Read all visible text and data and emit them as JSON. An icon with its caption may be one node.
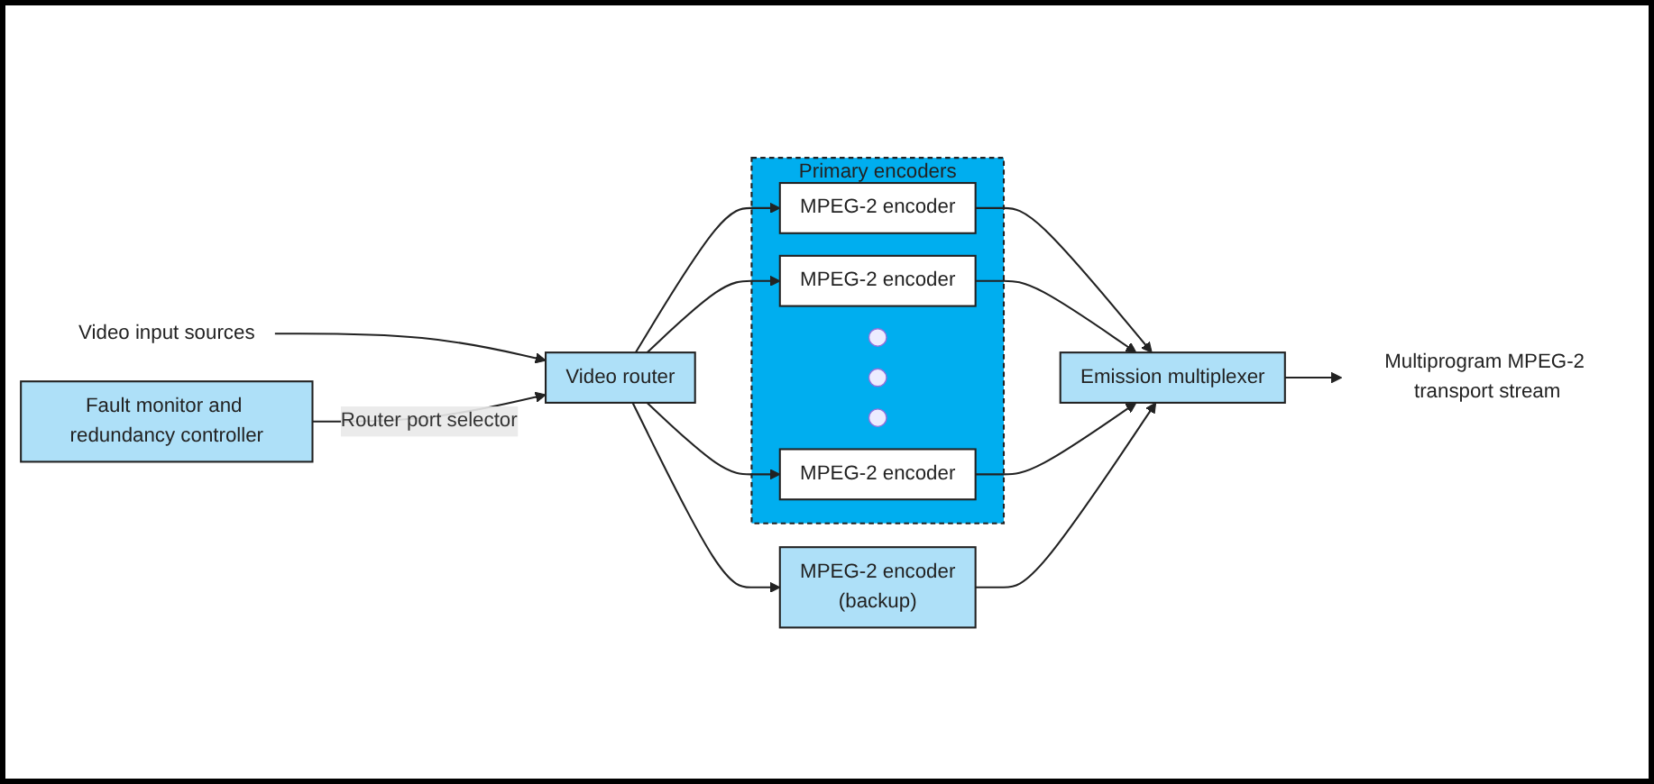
{
  "diagram": {
    "nodes": [
      {
        "text": [
          "Video input sources"
        ]
      },
      {
        "text": [
          "Video router"
        ]
      },
      {
        "text": [
          "Primary encoders"
        ]
      },
      {
        "text": [
          "MPEG-2 encoder"
        ],
        "in": 2
      },
      {
        "text": [
          "MPEG-2 encoder"
        ],
        "in": 2
      },
      {
        "text": [],
        "shape": "circle",
        "in": 2
      },
      {
        "text": [],
        "shape": "circle",
        "in": 2
      },
      {
        "text": [],
        "shape": "circle",
        "in": 2
      },
      {
        "text": [
          "MPEG-2 encoder"
        ],
        "in": 2
      },
      {
        "text": [
          "MPEG-2 encoder",
          "(backup)"
        ]
      },
      {
        "text": [
          "Emission multiplexer"
        ]
      },
      {
        "text": [
          "Multiprogram MPEG-2 transport stream"
        ]
      },
      {
        "text": [
          "Fault monitor and redundancy controller"
        ]
      }
    ],
    "edges": [
      {
        "from": 0,
        "to": 1,
        "arrow": "to"
      },
      {
        "from": 1,
        "to": 3,
        "arrow": "to"
      },
      {
        "from": 1,
        "to": 4,
        "arrow": "to"
      },
      {
        "from": 1,
        "to": 8,
        "arrow": "to"
      },
      {
        "from": 1,
        "to": 9,
        "arrow": "to"
      },
      {
        "from": 3,
        "to": 10,
        "arrow": "to"
      },
      {
        "from": 4,
        "to": 10,
        "arrow": "to"
      },
      {
        "from": 8,
        "to": 10,
        "arrow": "to"
      },
      {
        "from": 9,
        "to": 10,
        "arrow": "to"
      },
      {
        "from": 10,
        "to": 11,
        "arrow": "to"
      },
      {
        "from": 12,
        "to": 1,
        "arrow": "to",
        "label": "Router port selector"
      }
    ]
  }
}
